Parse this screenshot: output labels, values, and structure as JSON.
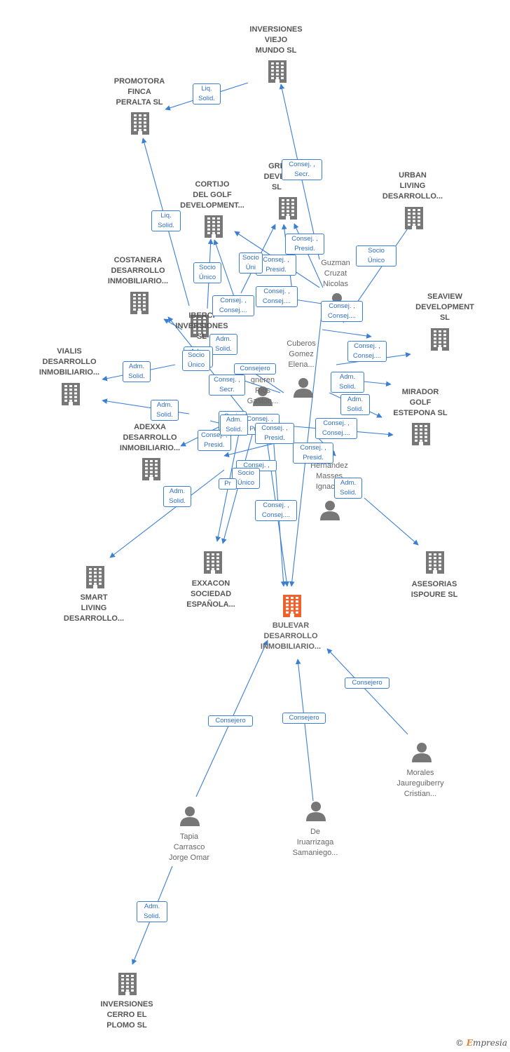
{
  "colors": {
    "edge": "#3a7fd5",
    "company": "#777777",
    "focus": "#f0622d",
    "person": "#777777"
  },
  "brand": {
    "copyright": "©",
    "e": "E",
    "name": "mpresia"
  },
  "nodes": [
    {
      "id": "inv_viejo",
      "type": "company",
      "label": "INVERSIONES\nVIEJO\nMUNDO SL"
    },
    {
      "id": "promotora",
      "type": "company",
      "label": "PROMOTORA\nFINCA\nPERALTA  SL"
    },
    {
      "id": "greco",
      "type": "company",
      "label": "GRE\nDEVEL\nSL"
    },
    {
      "id": "urban",
      "type": "company",
      "label": "URBAN\nLIVING\nDESARROLLO..."
    },
    {
      "id": "cortijo",
      "type": "company",
      "label": "CORTIJO\nDEL GOLF\nDEVELOPMENT..."
    },
    {
      "id": "costanera",
      "type": "company",
      "label": "COSTANERA\nDESARROLLO\nINMOBILIARIO..."
    },
    {
      "id": "ibercis",
      "type": "company",
      "label": "IBERCI\nINVERSIONES\nSL"
    },
    {
      "id": "seaview",
      "type": "company",
      "label": "SEAVIEW\nDEVELOPMENT\nSL"
    },
    {
      "id": "vialis",
      "type": "company",
      "label": "VIALIS\nDESARROLLO\nINMOBILIARIO..."
    },
    {
      "id": "mirador",
      "type": "company",
      "label": "MIRADOR\nGOLF\nESTEPONA  SL"
    },
    {
      "id": "adexxa",
      "type": "company",
      "label": "ADEXXA\nDESARROLLO\nINMOBILIARIO..."
    },
    {
      "id": "smart",
      "type": "company",
      "label": "SMART\nLIVING\nDESARROLLO..."
    },
    {
      "id": "exxacon",
      "type": "company",
      "label": "EXXACON\nSOCIEDAD\nESPAÑOLA..."
    },
    {
      "id": "asesorias",
      "type": "company",
      "label": "ASESORIAS\nISPOURE  SL"
    },
    {
      "id": "bulevar",
      "type": "focus",
      "label": "BULEVAR\nDESARROLLO\nINMOBILIARIO..."
    },
    {
      "id": "cerro",
      "type": "company",
      "label": "INVERSIONES\nCERRO EL\nPLOMO  SL"
    },
    {
      "id": "guzman",
      "type": "person",
      "label": "Guzman\nCruzat\nNicolas"
    },
    {
      "id": "cuberos",
      "type": "person",
      "label": "Cuberos\nGomez\nElena..."
    },
    {
      "id": "ignerent",
      "type": "person",
      "label": "gneren\nRios\nGaston..."
    },
    {
      "id": "hernandez",
      "type": "person",
      "label": "Hernandez\nMasses\nIgnaci..."
    },
    {
      "id": "morales",
      "type": "person",
      "label": "Morales\nJaureguiberry\nCristian..."
    },
    {
      "id": "tapia",
      "type": "person",
      "label": "Tapia\nCarrasco\nJorge Omar"
    },
    {
      "id": "de_iru",
      "type": "person",
      "label": "De\nIruarrizaga\nSamaniego..."
    }
  ],
  "edge_labels": [
    "Liq.\nSolid.",
    "Liq.\nSolid.",
    "Consej. ,\nSecr.",
    "Consej. ,\nPresid.",
    "Consej. ,\nPresid.",
    "Socio\nÚnico",
    "Socio\nÚni",
    "Consej. ,\nConsej....",
    "Consej. ,\nConsej....",
    "Consej. ,\nConsej....",
    "Adm.\nSolid.",
    "Adm.\nSolid.",
    "Consejero",
    "Consej. ,\nSecr.",
    "Consej. ,\nPresid.",
    "Socio\nÚnico",
    "Adm.\nSolid.",
    "Consej. ,\nPresid.",
    "Socio\nÚnico",
    "Consej. ,\nConsej....",
    "Consej. ,\nConsej....",
    "Adm.\nSolid.",
    "Adm.\nSolid.",
    "Adm.\nSolid.",
    "Consej. ,\nPresid.",
    "Consej. ,",
    "Socio\nÚnico",
    "Pr",
    "Adm.\nSolid.",
    "Consej. ,\nConsej....",
    "Adm.\nSolid.",
    "Consejero",
    "Consejero",
    "Consejero",
    "Adm.\nSolid.",
    "Socio\nÚnico",
    "Adm.\nSolid.",
    "Consej. ,\nPresid."
  ]
}
